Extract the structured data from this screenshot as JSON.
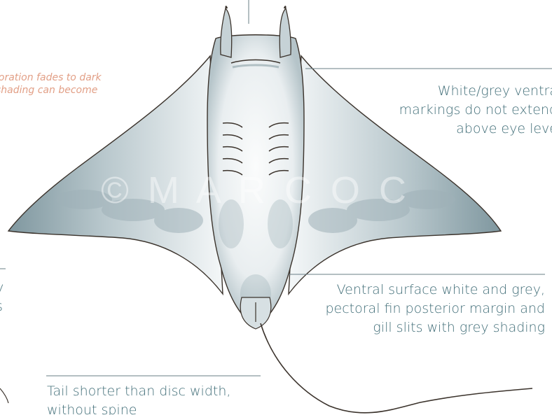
{
  "illustration": {
    "subject": "manta-ray-ventral-view",
    "palette": {
      "background": "#ffffff",
      "body_light": "#f3f6f7",
      "body_grey": "#9fb1b8",
      "body_dark": "#5d7781",
      "outline": "#3b332c",
      "annotation_text": "#44707a",
      "annotation_italic": "#e29f86",
      "leader_line": "#6a7f86"
    },
    "watermark": "© M A R C O C"
  },
  "annotations": {
    "dorsal_note": "loration fades to dark\nshading can become",
    "ventral_markings": "White/grey ventra\nmarkings do not extend\nabove eye leve",
    "ventral_surface": "Ventral surface white and grey,\npectoral fin posterior margin and\ngill slits with grey shading",
    "tail": "Tail shorter than disc width,\nwithout spine",
    "left_clipped": "y\ns"
  }
}
